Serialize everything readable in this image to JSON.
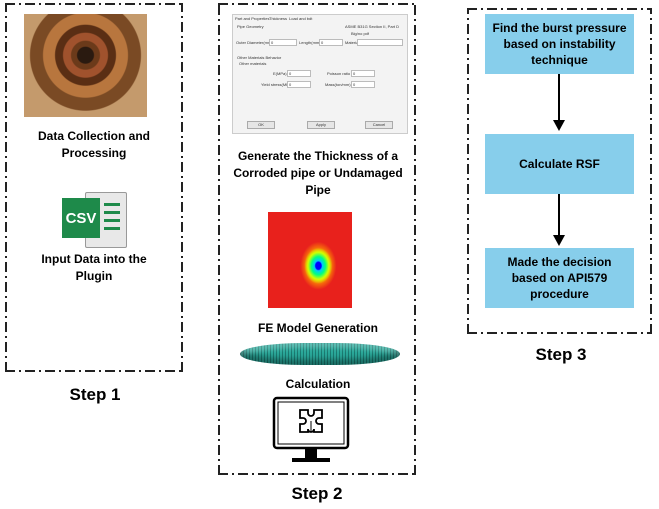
{
  "step1": {
    "photo_label": "corroded-pipe-photo",
    "data_collection": "Data Collection and Processing",
    "csv_icon_text": "CSV",
    "input_data": "Input Data into the Plugin",
    "label": "Step 1"
  },
  "step2": {
    "dialog": {
      "tab1": "Part and Properties",
      "tab2": "Thickness",
      "tab3": "Load and bdt",
      "section1": "Pipe Geometry",
      "standard": "ASME B31G Section II, Part D",
      "defect_check": "Big/no pdf",
      "outer_diameter": "Outer Diameter(mm)",
      "od_value": "0",
      "length": "Length(mm)",
      "length_value": "0",
      "material": "Material",
      "section2": "Other Materials Behavior",
      "other_check": "Other materials",
      "e_label": "E(MPa)",
      "e_value": "0",
      "poisson_label": "Poisson ratio",
      "poisson_value": "0",
      "yield_label": "Yield stress(MPa)",
      "yield_value": "0",
      "mass_label": "Mass(ton/mm)",
      "mass_value": "0",
      "ok": "OK",
      "apply": "Apply",
      "cancel": "Cancel"
    },
    "generate": "Generate the Thickness of a Corroded pipe or Undamaged Pipe",
    "fe_model": "FE Model Generation",
    "calculation": "Calculation",
    "label": "Step 2"
  },
  "step3": {
    "box1": "Find the burst pressure based on instability technique",
    "box2": "Calculate RSF",
    "box3": "Made the decision based on API579 procedure",
    "label": "Step 3"
  },
  "colors": {
    "box_fill": "#87ceeb",
    "csv_green": "#1e8a4a"
  }
}
